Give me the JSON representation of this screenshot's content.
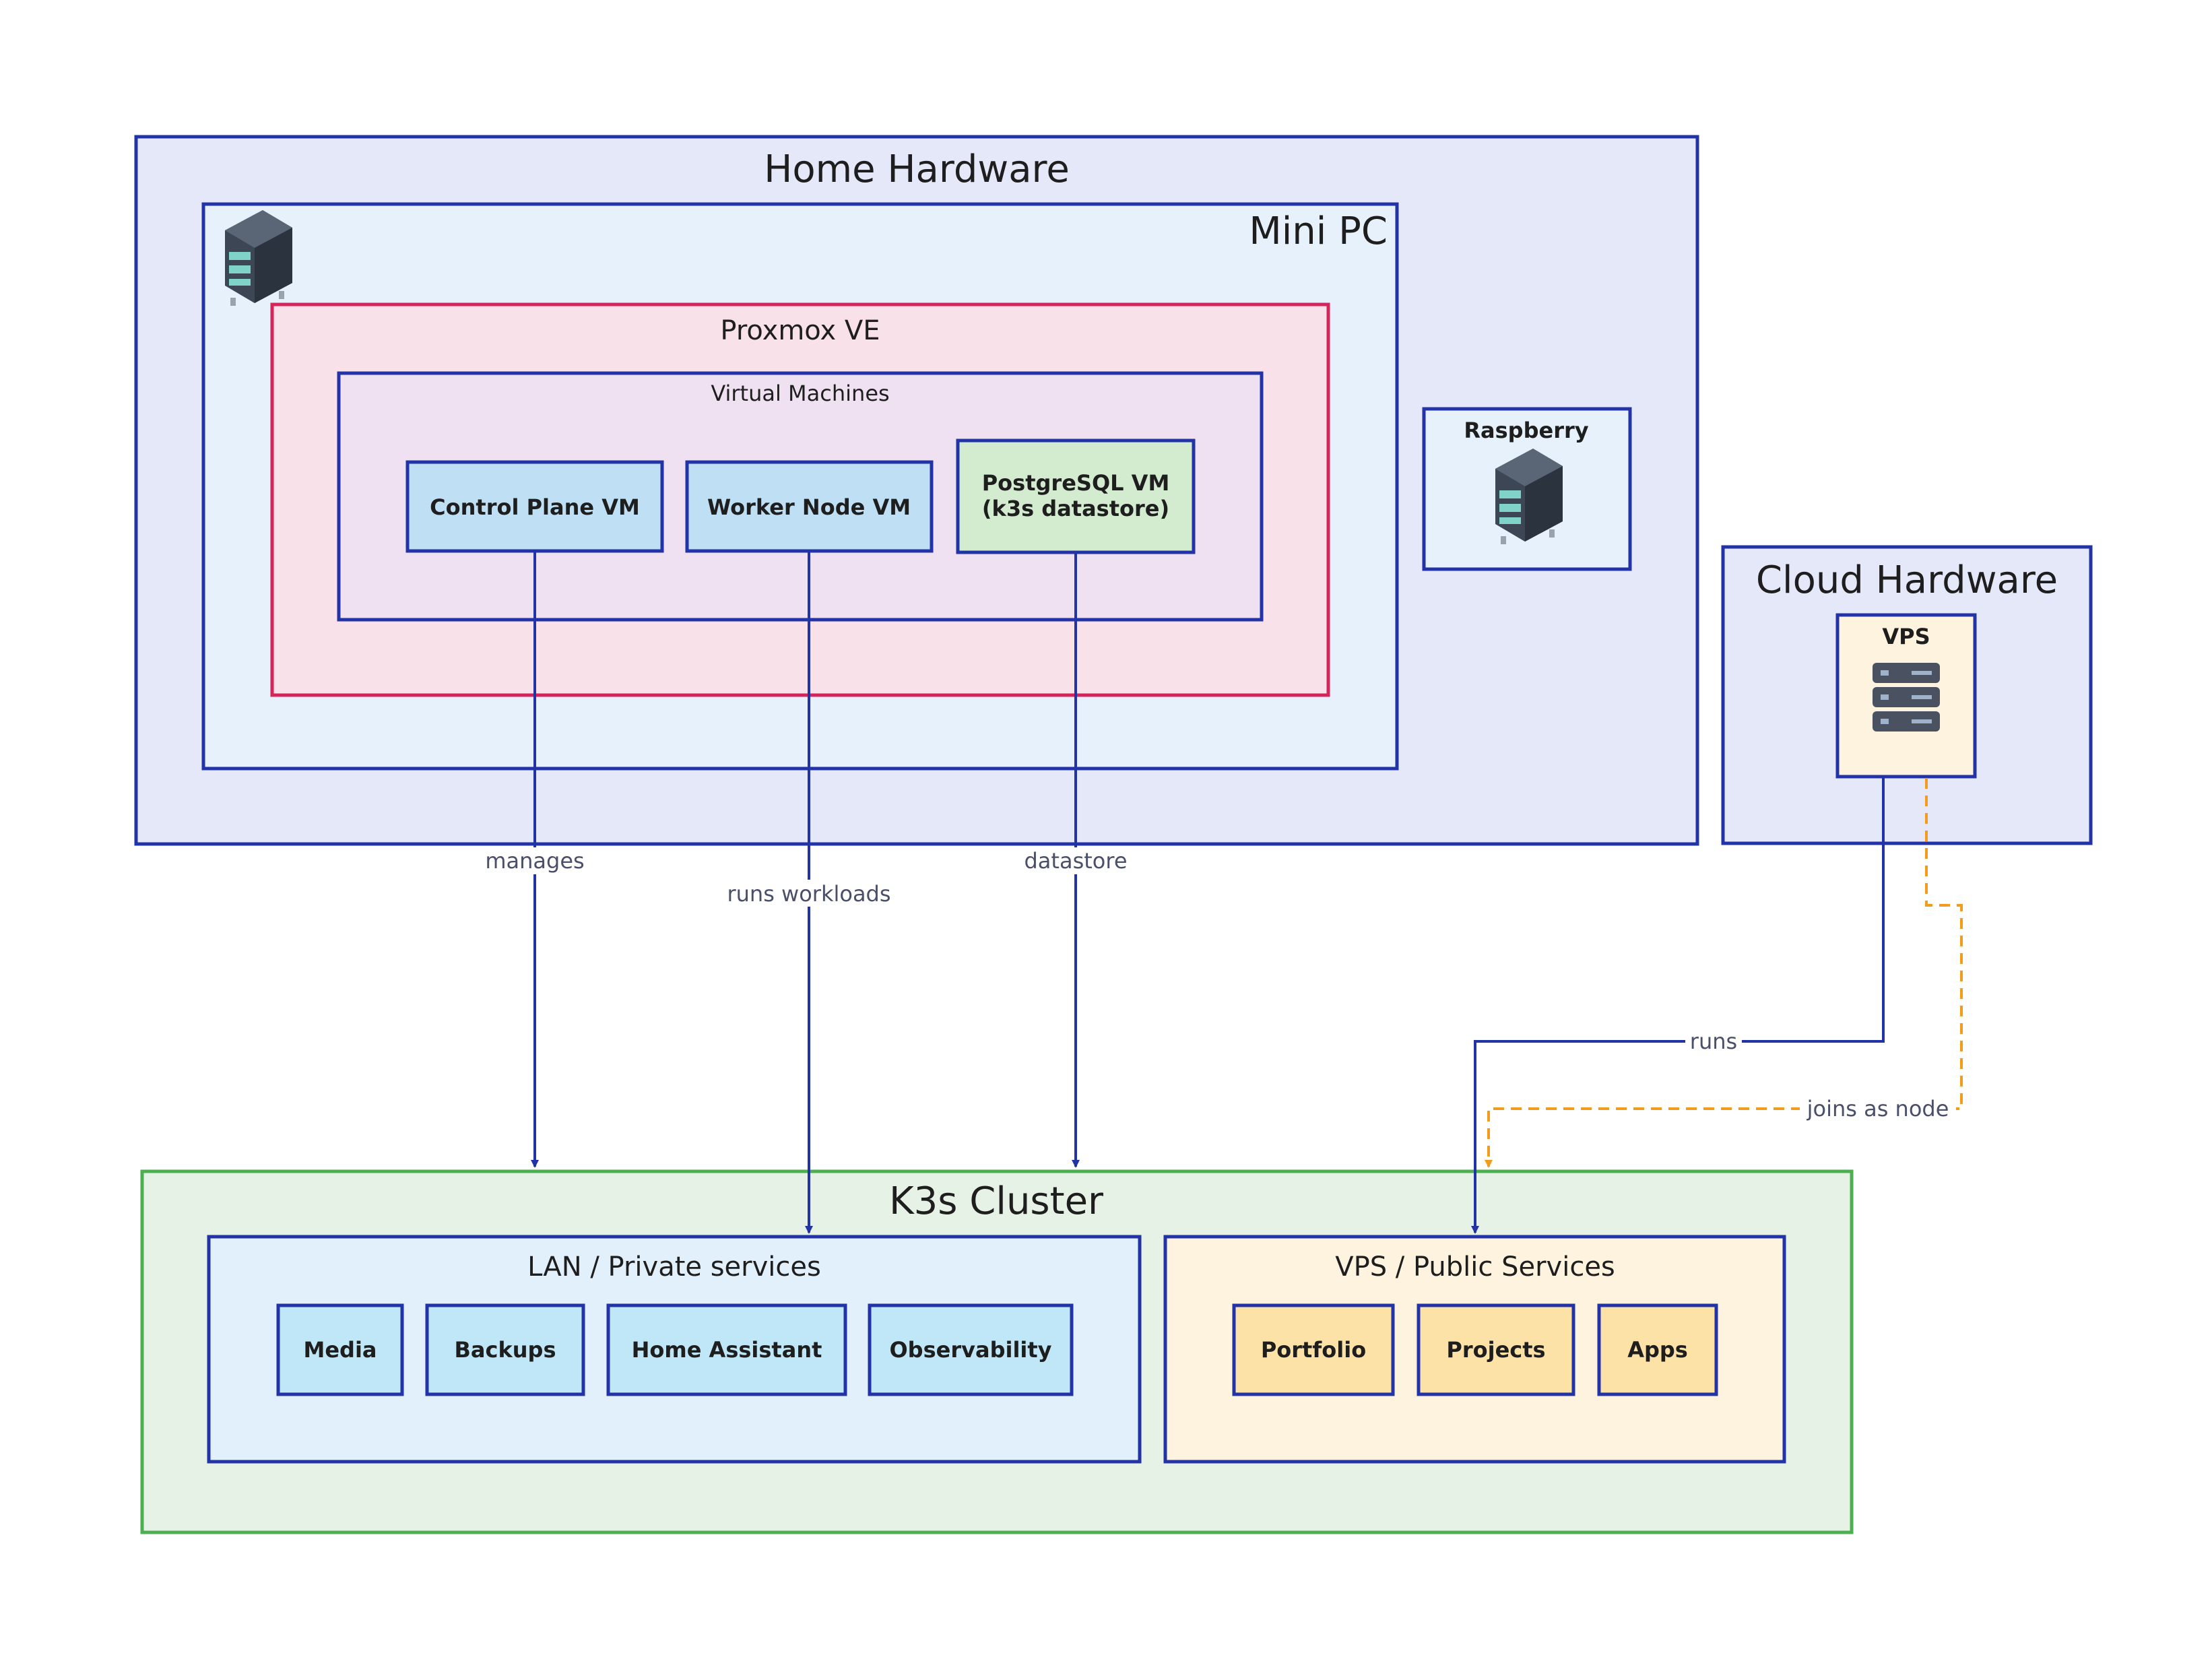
{
  "colors": {
    "home_fill": "#e5e8f8",
    "home_stroke": "#2233a8",
    "minipc_fill": "#e6f1fb",
    "proxmox_fill": "#f9e1ea",
    "proxmox_stroke": "#d5245a",
    "vms_fill": "#efe1f2",
    "vm_fill": "#bfdff5",
    "pg_fill": "#d3ecd0",
    "cluster_fill": "#e6f2e6",
    "cluster_stroke": "#4caf50",
    "lan_fill": "#e1f0fb",
    "svc_fill": "#bfe7f8",
    "vps_fill": "#fdf3de",
    "pub_fill": "#fde2a8",
    "edge": "#2233a8",
    "dashed_edge": "#f29b1d",
    "label": "#4a4f6a"
  },
  "groups": {
    "home_hardware": "Home Hardware",
    "mini_pc": "Mini PC",
    "proxmox": "Proxmox VE",
    "virtual_machines": "Virtual Machines",
    "raspberry": "Raspberry",
    "cloud_hardware": "Cloud Hardware",
    "vps": "VPS",
    "k3s_cluster": "K3s Cluster",
    "lan": "LAN / Private services",
    "public": "VPS / Public Services"
  },
  "nodes": {
    "control_plane": "Control Plane VM",
    "worker_node": "Worker Node VM",
    "postgres_line1": "PostgreSQL VM",
    "postgres_line2": "(k3s datastore)",
    "media": "Media",
    "backups": "Backups",
    "home_assistant": "Home Assistant",
    "observability": "Observability",
    "portfolio": "Portfolio",
    "projects": "Projects",
    "apps": "Apps"
  },
  "edges": {
    "manages": "manages",
    "runs_workloads": "runs workloads",
    "datastore": "datastore",
    "runs": "runs",
    "joins_as_node": "joins as node"
  },
  "icons": [
    "server-rack-icon",
    "server-rack-icon",
    "server-stack-icon"
  ]
}
